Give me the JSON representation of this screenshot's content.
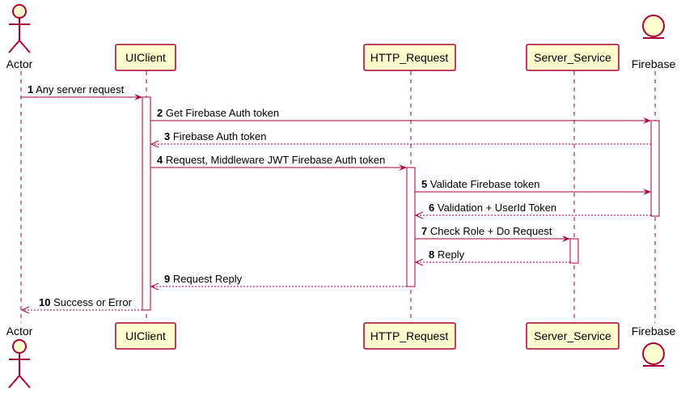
{
  "participants": [
    {
      "id": "actor",
      "label": "Actor",
      "kind": "actor"
    },
    {
      "id": "uiclient",
      "label": "UIClient",
      "kind": "box"
    },
    {
      "id": "http",
      "label": "HTTP_Request",
      "kind": "box"
    },
    {
      "id": "server",
      "label": "Server_Service",
      "kind": "box"
    },
    {
      "id": "firebase",
      "label": "Firebase",
      "kind": "entity"
    }
  ],
  "messages": [
    {
      "num": "1",
      "text": "Any server request",
      "from": "actor",
      "to": "uiclient",
      "style": "solid"
    },
    {
      "num": "2",
      "text": "Get Firebase Auth token",
      "from": "uiclient",
      "to": "firebase",
      "style": "solid"
    },
    {
      "num": "3",
      "text": "Firebase Auth token",
      "from": "firebase",
      "to": "uiclient",
      "style": "dashed"
    },
    {
      "num": "4",
      "text": "Request, Middleware JWT Firebase Auth token",
      "from": "uiclient",
      "to": "http",
      "style": "solid"
    },
    {
      "num": "5",
      "text": "Validate Firebase token",
      "from": "http",
      "to": "firebase",
      "style": "solid"
    },
    {
      "num": "6",
      "text": "Validation + UserId Token",
      "from": "firebase",
      "to": "http",
      "style": "dashed"
    },
    {
      "num": "7",
      "text": "Check Role + Do Request",
      "from": "http",
      "to": "server",
      "style": "solid"
    },
    {
      "num": "8",
      "text": "Reply",
      "from": "server",
      "to": "http",
      "style": "dashed"
    },
    {
      "num": "9",
      "text": "Request Reply",
      "from": "http",
      "to": "uiclient",
      "style": "dashed"
    },
    {
      "num": "10",
      "text": "Success or Error",
      "from": "uiclient",
      "to": "actor",
      "style": "dashed"
    }
  ],
  "colors": {
    "border": "#A80036",
    "fill": "#FEFECE"
  }
}
